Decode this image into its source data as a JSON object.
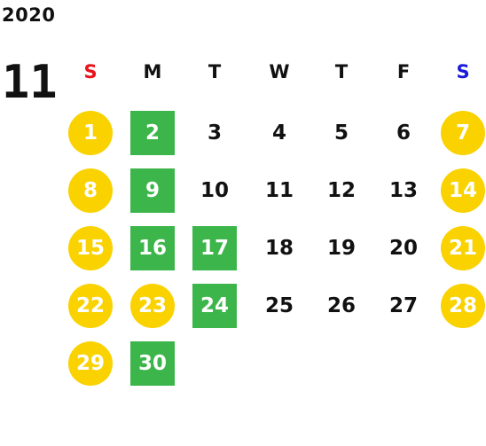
{
  "year": "2020",
  "month": "11",
  "colors": {
    "holiday": "#f9d200",
    "closed": "#3cb54a",
    "sunday_label": "#e8141b",
    "saturday_label": "#1a1adb",
    "text": "#111111"
  },
  "weekdays": [
    {
      "label": "S",
      "color": "#e8141b"
    },
    {
      "label": "M",
      "color": "#111111"
    },
    {
      "label": "T",
      "color": "#111111"
    },
    {
      "label": "W",
      "color": "#111111"
    },
    {
      "label": "T",
      "color": "#111111"
    },
    {
      "label": "F",
      "color": "#111111"
    },
    {
      "label": "S",
      "color": "#1a1adb"
    }
  ],
  "weeks": [
    [
      {
        "d": "1",
        "mark": "yellow"
      },
      {
        "d": "2",
        "mark": "green"
      },
      {
        "d": "3"
      },
      {
        "d": "4"
      },
      {
        "d": "5"
      },
      {
        "d": "6"
      },
      {
        "d": "7",
        "mark": "yellow"
      }
    ],
    [
      {
        "d": "8",
        "mark": "yellow"
      },
      {
        "d": "9",
        "mark": "green"
      },
      {
        "d": "10"
      },
      {
        "d": "11"
      },
      {
        "d": "12"
      },
      {
        "d": "13"
      },
      {
        "d": "14",
        "mark": "yellow"
      }
    ],
    [
      {
        "d": "15",
        "mark": "yellow"
      },
      {
        "d": "16",
        "mark": "green"
      },
      {
        "d": "17",
        "mark": "green"
      },
      {
        "d": "18"
      },
      {
        "d": "19"
      },
      {
        "d": "20"
      },
      {
        "d": "21",
        "mark": "yellow"
      }
    ],
    [
      {
        "d": "22",
        "mark": "yellow"
      },
      {
        "d": "23",
        "mark": "yellow"
      },
      {
        "d": "24",
        "mark": "green"
      },
      {
        "d": "25"
      },
      {
        "d": "26"
      },
      {
        "d": "27"
      },
      {
        "d": "28",
        "mark": "yellow"
      }
    ],
    [
      {
        "d": "29",
        "mark": "yellow"
      },
      {
        "d": "30",
        "mark": "green"
      }
    ]
  ]
}
